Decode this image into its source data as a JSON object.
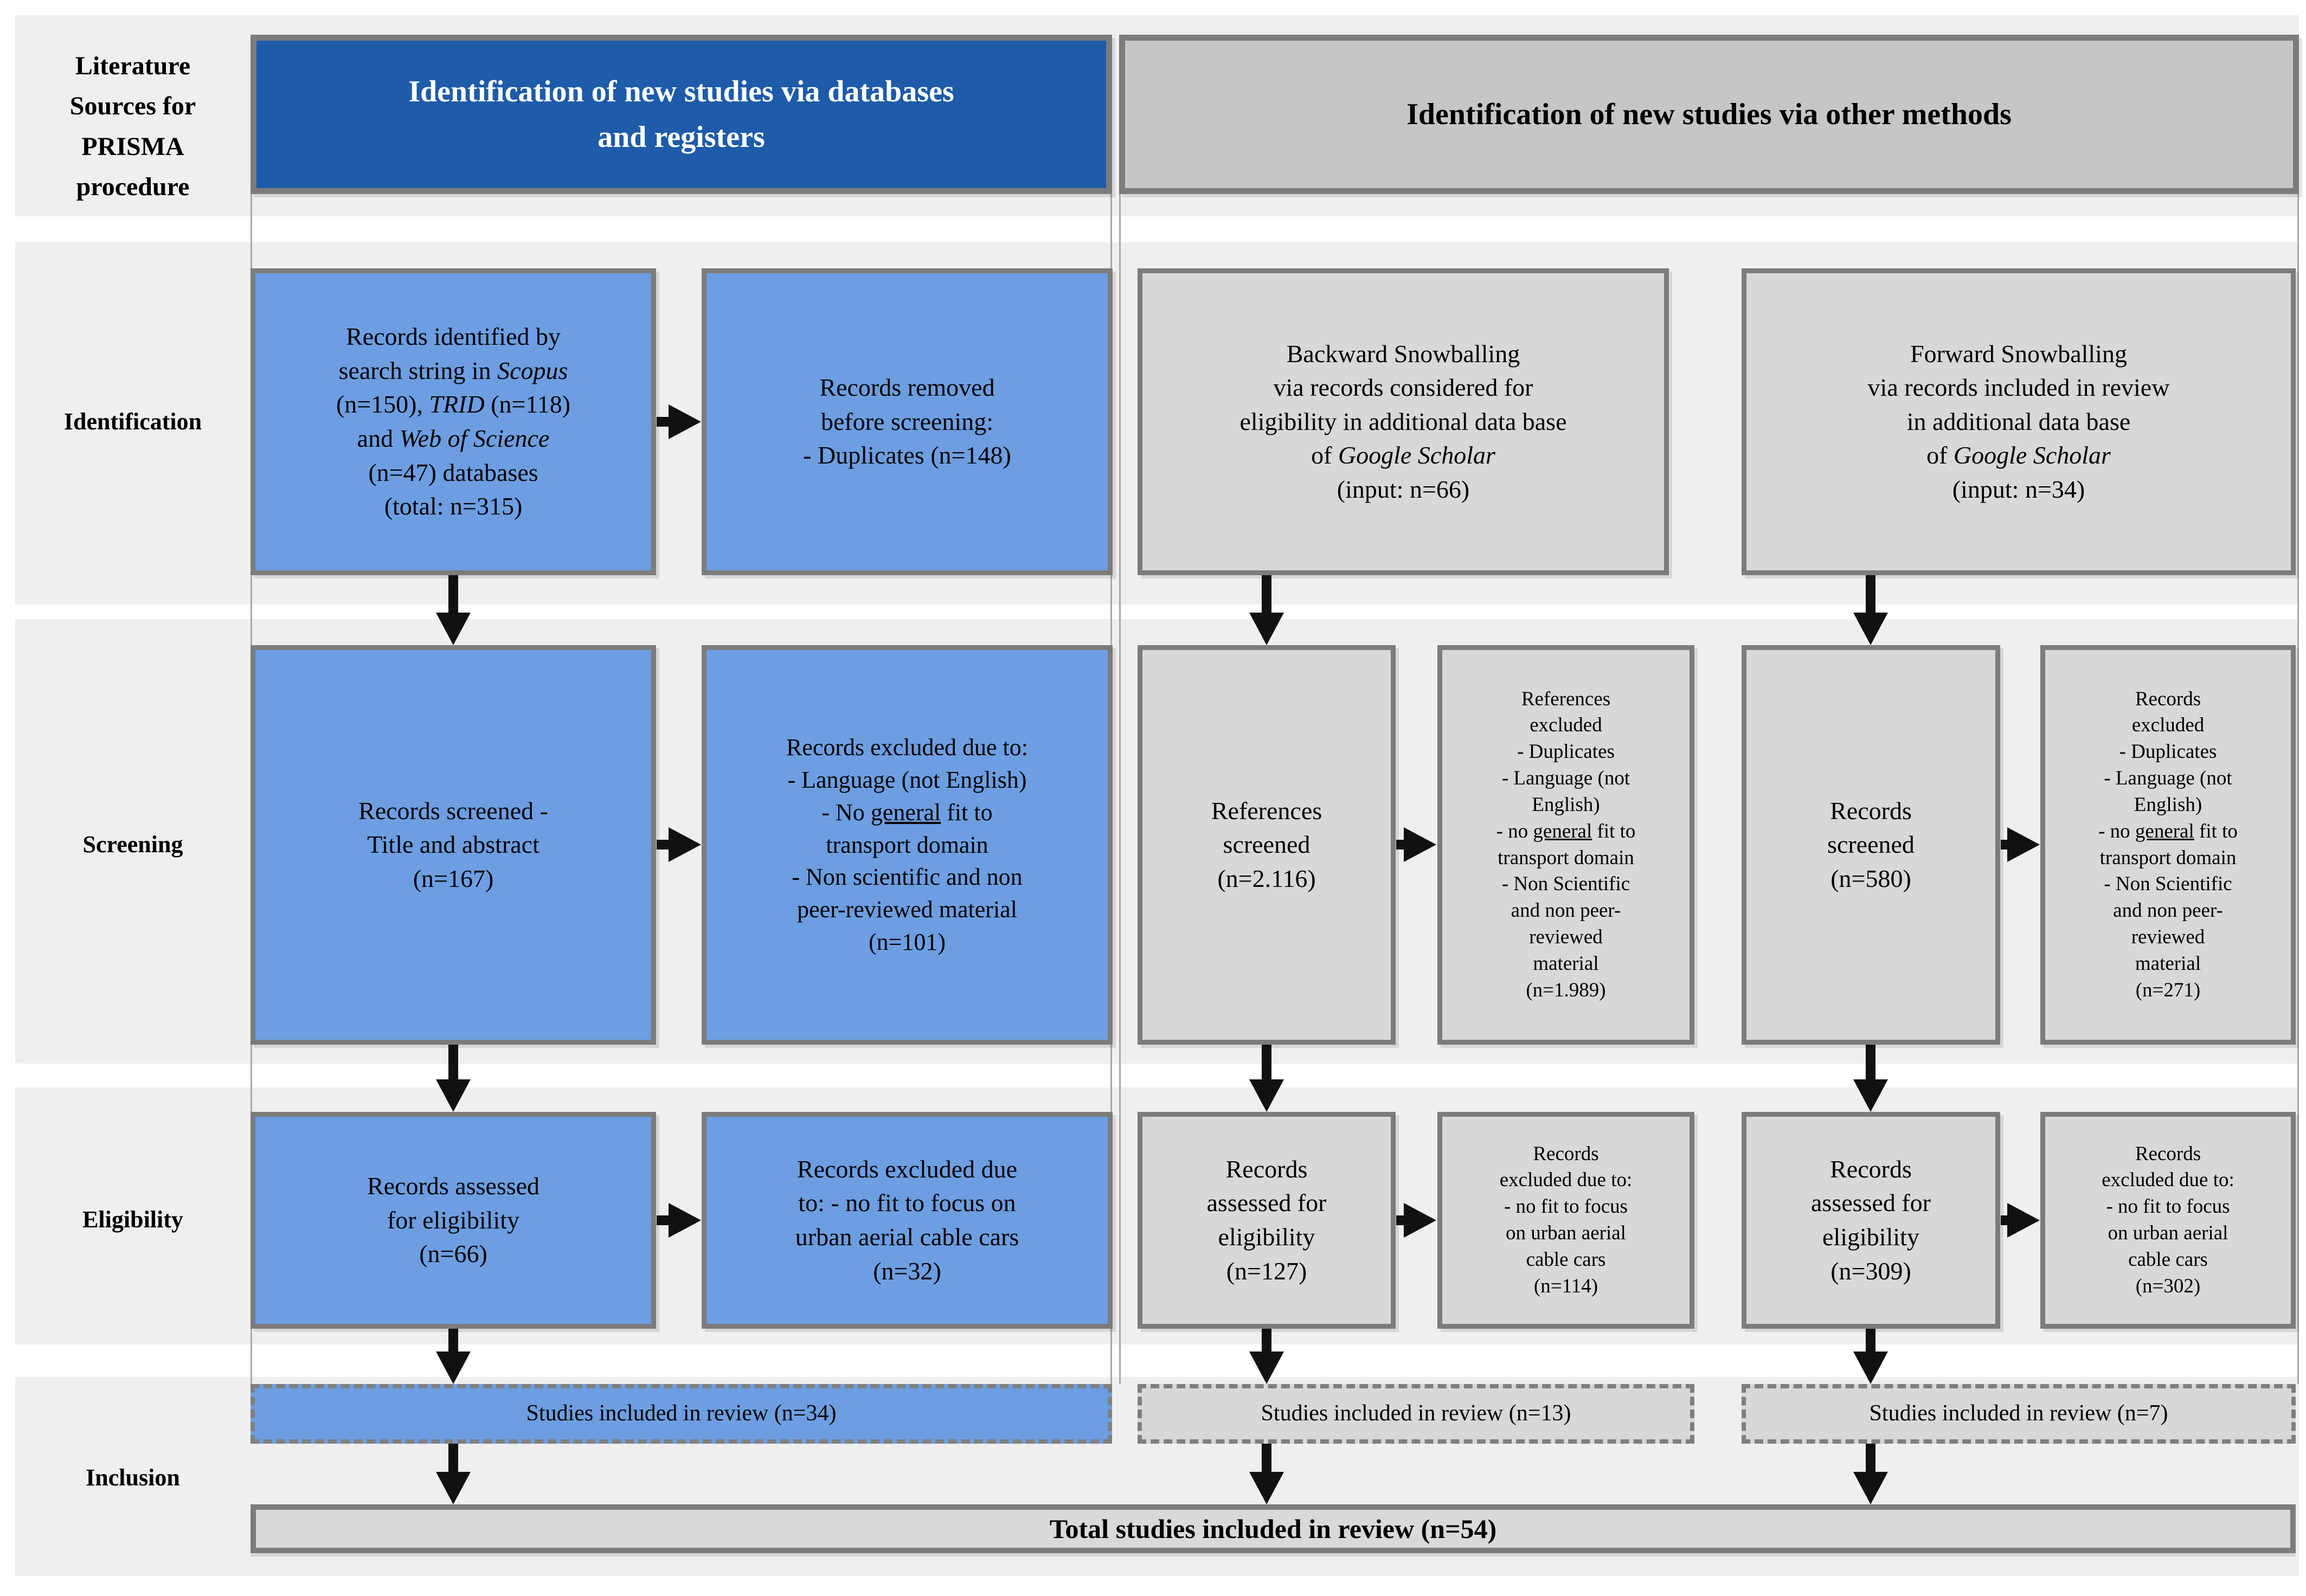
{
  "palette": {
    "dark_blue": "#1e5ba9",
    "light_blue": "#6d9ee1",
    "gray_header": "#c6c6c6",
    "gray_box": "#d8d8d8",
    "row_band": "#efefef",
    "box_border": "#7c7c7c",
    "arrow": "#111111"
  },
  "side": {
    "lit1": "Literature",
    "lit2": "Sources for",
    "lit3": "PRISMA",
    "lit4": "procedure",
    "identification": "Identification",
    "screening": "Screening",
    "eligibility": "Eligibility",
    "inclusion": "Inclusion"
  },
  "headers": {
    "left1": "Identification of new studies via databases",
    "left2": "and registers",
    "right": "Identification of new studies via other methods"
  },
  "identification": {
    "db": {
      "l1": "Records identified by",
      "l2a": "search string in ",
      "l2b": "Scopus",
      "l3a": "(n=150), ",
      "l3b": "TRID",
      "l3c": " (n=118)",
      "l4a": "and ",
      "l4b": "Web of Science",
      "l5": "(n=47) databases",
      "l6": "(total: n=315)"
    },
    "removed": {
      "l1": "Records removed",
      "l2": "before screening:",
      "l3": "- Duplicates (n=148)"
    },
    "backward": {
      "l1": "Backward Snowballing",
      "l2": "via records considered for",
      "l3": "eligibility in additional data base",
      "l4a": "of ",
      "l4b": "Google Scholar",
      "l5": "(input: n=66)"
    },
    "forward": {
      "l1": "Forward Snowballing",
      "l2": "via records included in review",
      "l3": "in additional data base",
      "l4a": "of ",
      "l4b": "Google Scholar",
      "l5": "(input: n=34)"
    }
  },
  "screening": {
    "screened_db": {
      "l1": "Records screened -",
      "l2": "Title and abstract",
      "l3": "(n=167)"
    },
    "excluded_db": {
      "l1": "Records excluded due to:",
      "l2": "- Language (not English)",
      "l3a": "- No ",
      "l3b": "general",
      "l3c": " fit to",
      "l4": "transport domain",
      "l5": "- Non scientific and non",
      "l6": "peer-reviewed material",
      "l7": "(n=101)"
    },
    "refs_screened": {
      "l1": "References",
      "l2": "screened",
      "l3": "(n=2.116)"
    },
    "refs_excluded": {
      "l1": "References",
      "l2": "excluded",
      "l3": "- Duplicates",
      "l4": "- Language (not",
      "l5": "English)",
      "l6a": "- no ",
      "l6b": "general",
      "l6c": " fit to",
      "l7": "transport domain",
      "l8": "- Non Scientific",
      "l9": "and non peer-",
      "l10": "reviewed",
      "l11": "material",
      "l12": "(n=1.989)"
    },
    "recs_screened": {
      "l1": "Records",
      "l2": "screened",
      "l3": "(n=580)"
    },
    "recs_excluded": {
      "l1": "Records",
      "l2": "excluded",
      "l3": "- Duplicates",
      "l4": "- Language (not",
      "l5": "English)",
      "l6a": "- no ",
      "l6b": "general",
      "l6c": " fit to",
      "l7": "transport domain",
      "l8": "- Non Scientific",
      "l9": "and non peer-",
      "l10": "reviewed",
      "l11": "material",
      "l12": "(n=271)"
    }
  },
  "eligibility": {
    "db": {
      "l1": "Records assessed",
      "l2": "for eligibility",
      "l3": "(n=66)"
    },
    "db_excluded": {
      "l1": "Records excluded due",
      "l2": "to: - no fit to focus on",
      "l3": "urban aerial cable cars",
      "l4": "(n=32)"
    },
    "bw": {
      "l1": "Records",
      "l2": "assessed for",
      "l3": "eligibility",
      "l4": "(n=127)"
    },
    "bw_excluded": {
      "l1": "Records",
      "l2": "excluded due to:",
      "l3": "- no fit to focus",
      "l4": "on urban aerial",
      "l5": "cable cars",
      "l6": "(n=114)"
    },
    "fw": {
      "l1": "Records",
      "l2": "assessed for",
      "l3": "eligibility",
      "l4": "(n=309)"
    },
    "fw_excluded": {
      "l1": "Records",
      "l2": "excluded due to:",
      "l3": "- no fit to focus",
      "l4": "on urban aerial",
      "l5": "cable cars",
      "l6": "(n=302)"
    }
  },
  "inclusion": {
    "db": "Studies included in review (n=34)",
    "bw": "Studies included in review (n=13)",
    "fw": "Studies included in review (n=7)",
    "total": "Total studies included in review (n=54)"
  }
}
